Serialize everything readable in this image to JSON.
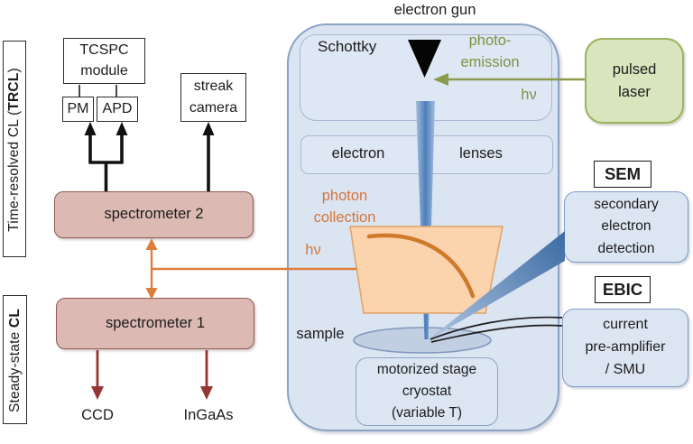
{
  "left": {
    "trcl_prefix": "Time-resolved CL (",
    "trcl_bold": "TRCL",
    "trcl_suffix": ")",
    "steady_prefix": "Steady-state ",
    "steady_bold": "CL",
    "tcspc": "TCSPC\nmodule",
    "pm": "PM",
    "apd": "APD",
    "streak": "streak\ncamera",
    "spectrometer2": "spectrometer 2",
    "spectrometer1": "spectrometer 1",
    "ccd": "CCD",
    "ingaas": "InGaAs"
  },
  "chamber": {
    "title": "electron gun",
    "schottky": "Schottky",
    "photoemission": "photo-\nemission",
    "hv_laser": "hν",
    "electron": "electron",
    "lenses": "lenses",
    "photon_collection": "photon\ncollection",
    "hv_cl": "hν",
    "sample": "sample",
    "stage": "motorized stage\ncryostat\n(variable T)"
  },
  "right": {
    "pulsed_laser": "pulsed\nlaser",
    "sem": "SEM",
    "secondary_detection": "secondary\nelectron\ndetection",
    "ebic": "EBIC",
    "preamp": "current\npre-amplifier\n/ SMU"
  },
  "colors": {
    "chamber_fill": "#dbe4f1",
    "chamber_border": "#8ca3c5",
    "electron_beam_blue": "#4d7fbb",
    "mirror_fill": "#fbd3ad",
    "mirror_curve": "#cf7a2b",
    "photon_orange": "#dd7e3d",
    "laser_olive": "#8a9b50",
    "laser_fill": "#d9e5bd",
    "laser_border": "#9cb25c",
    "spectrometer_fill": "#dcbab3",
    "spectrometer_border": "#8e5a50",
    "detector_arrow_red": "#943634",
    "line_black": "#1c1c1c"
  }
}
